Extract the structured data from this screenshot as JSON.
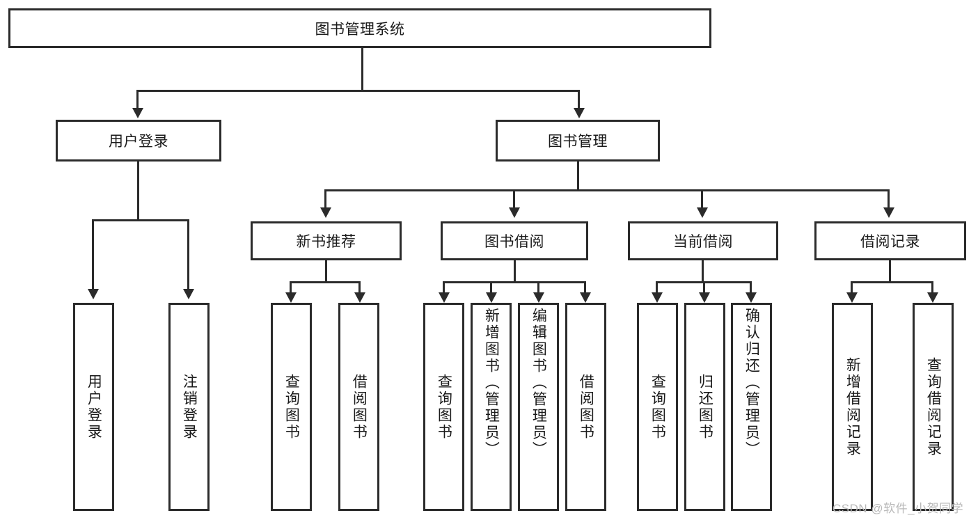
{
  "diagram": {
    "type": "tree",
    "title": "图书管理系统",
    "root": {
      "label": "图书管理系统"
    },
    "level1": [
      {
        "label": "用户登录"
      },
      {
        "label": "图书管理"
      }
    ],
    "level2": [
      {
        "label": "新书推荐",
        "parent": "图书管理"
      },
      {
        "label": "图书借阅",
        "parent": "图书管理"
      },
      {
        "label": "当前借阅",
        "parent": "图书管理"
      },
      {
        "label": "借阅记录",
        "parent": "图书管理"
      }
    ],
    "leaves": {
      "user_login": [
        {
          "label": "用户登录"
        },
        {
          "label": "注销登录"
        }
      ],
      "new_book_recommend": [
        {
          "label": "查询图书"
        },
        {
          "label": "借阅图书"
        }
      ],
      "book_borrow": [
        {
          "label": "查询图书"
        },
        {
          "label": "新增图书（管理员）"
        },
        {
          "label": "编辑图书（管理员）"
        },
        {
          "label": "借阅图书"
        }
      ],
      "current_borrow": [
        {
          "label": "查询图书"
        },
        {
          "label": "归还图书"
        },
        {
          "label": "确认归还（管理员）"
        }
      ],
      "borrow_record": [
        {
          "label": "新增借阅记录"
        },
        {
          "label": "查询借阅记录"
        }
      ]
    }
  },
  "watermark": {
    "text": "CSDN @软件_小贺同学"
  },
  "colors": {
    "stroke": "#2b2b2b",
    "background": "#ffffff",
    "watermark": "#b9b9b9"
  }
}
